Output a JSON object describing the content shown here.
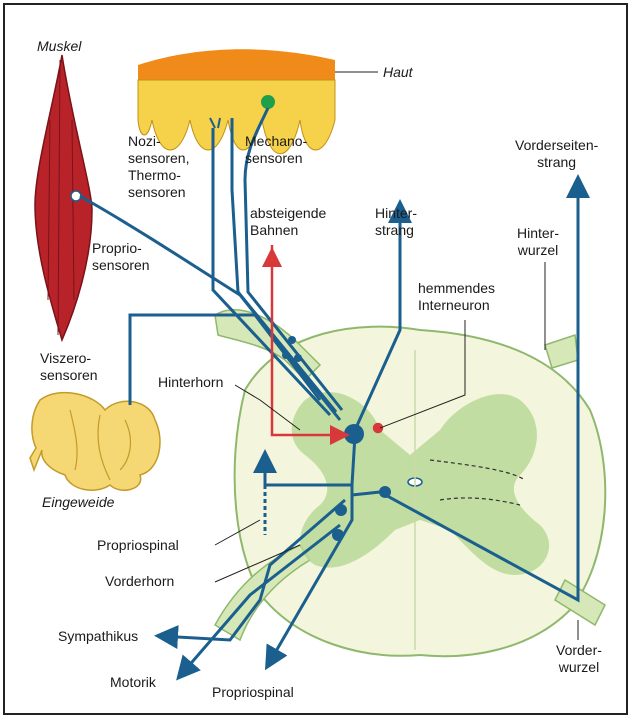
{
  "labels": {
    "muskel": "Muskel",
    "haut": "Haut",
    "nozi": "Nozi-\nsensoren,\nThermo-\nsensoren",
    "mechano": "Mechano-\nsensoren",
    "vorderseitenstrang": "Vorderseiten-\nstrang",
    "absteigende": "absteigende\nBahnen",
    "hinterstrang": "Hinter-\nstrang",
    "hinterwurzel": "Hinter-\nwurzel",
    "propriosensoren": "Proprio-\nsensoren",
    "hemmendes": "hemmendes\nInterneuron",
    "viszerosensoren": "Viszero-\nsensoren",
    "hinterhorn": "Hinterhorn",
    "eingeweide": "Eingeweide",
    "propriospinal_left": "Propriospinal",
    "vorderhorn": "Vorderhorn",
    "sympathikus": "Sympathikus",
    "motorik": "Motorik",
    "propriospinal_bottom": "Propriospinal",
    "vorderwurzel": "Vorder-\nwurzel"
  },
  "colors": {
    "nerve": "#1b5f8e",
    "descending": "#d9383a",
    "muscle": "#b8232a",
    "skin": "#f0b020",
    "gut": "#f5d873",
    "cord": "#f3f6dc",
    "gray_matter": "#b8d898"
  }
}
